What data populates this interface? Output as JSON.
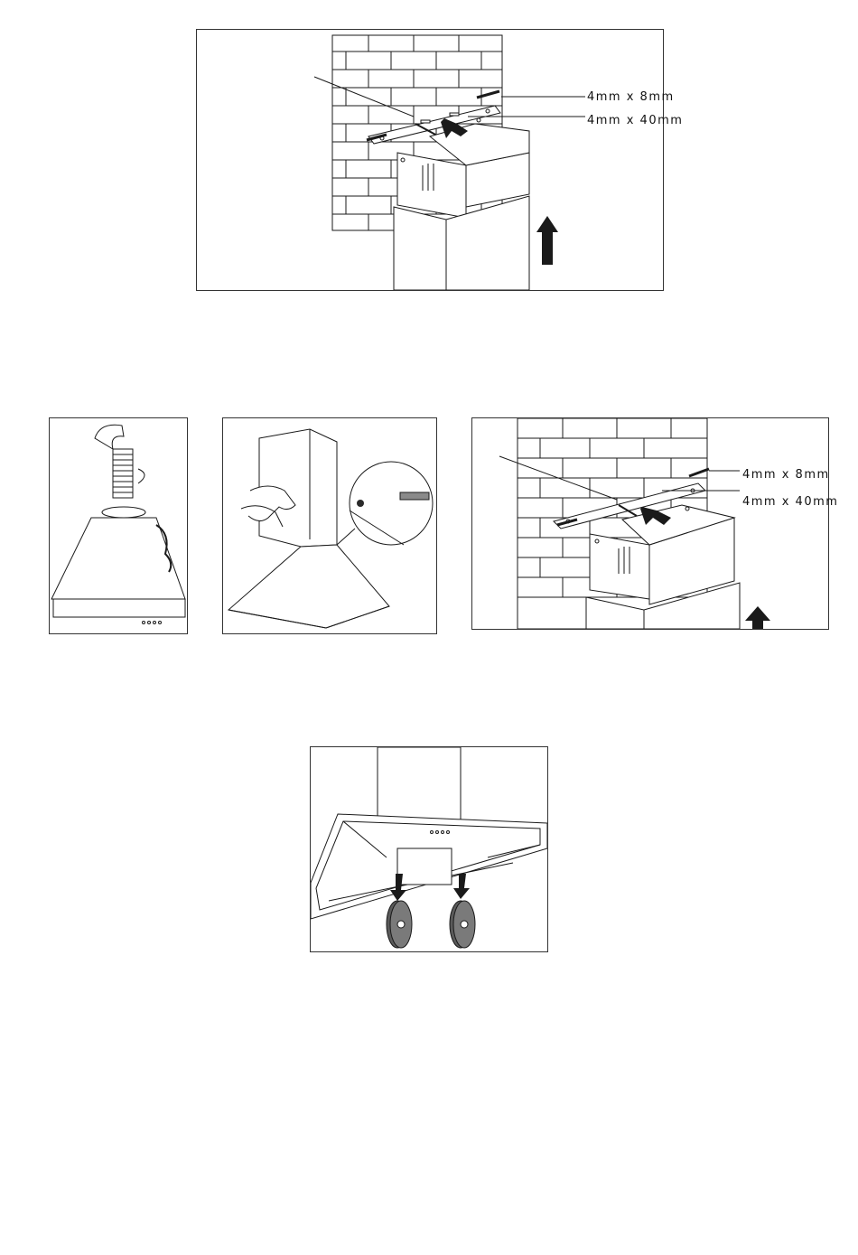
{
  "figures": [
    {
      "id": "wall-bracket-chimney-top",
      "labels": {
        "screw": "4mm x 8mm",
        "anchor": "4mm x 40mm"
      }
    },
    {
      "id": "flexible-duct-connection"
    },
    {
      "id": "chimney-fixing-screw"
    },
    {
      "id": "wall-bracket-chimney-repeat",
      "labels": {
        "screw": "4mm x 8mm",
        "anchor": "4mm x 40mm"
      }
    },
    {
      "id": "carbon-filter-installation"
    }
  ],
  "colors": {
    "line": "#1a1a1a",
    "frame": "#333333",
    "fill_dark": "#2a2a2a",
    "fill_grey": "#8a8a8a"
  }
}
